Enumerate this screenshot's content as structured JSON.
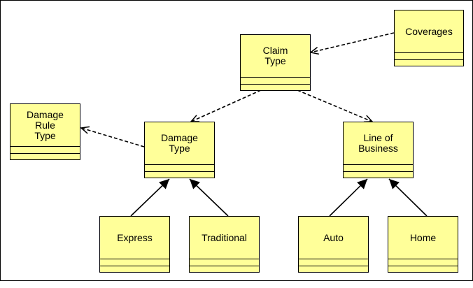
{
  "diagram": {
    "classes": [
      {
        "id": "claim-type",
        "name": "Claim\nType"
      },
      {
        "id": "coverages",
        "name": "Coverages"
      },
      {
        "id": "damage-rule-type",
        "name": "Damage\nRule\nType"
      },
      {
        "id": "damage-type",
        "name": "Damage\nType"
      },
      {
        "id": "line-of-business",
        "name": "Line of\nBusiness"
      },
      {
        "id": "express",
        "name": "Express"
      },
      {
        "id": "traditional",
        "name": "Traditional"
      },
      {
        "id": "auto",
        "name": "Auto"
      },
      {
        "id": "home",
        "name": "Home"
      }
    ],
    "relations": [
      {
        "from": "coverages",
        "to": "claim-type",
        "kind": "dependency"
      },
      {
        "from": "claim-type",
        "to": "damage-type",
        "kind": "dependency"
      },
      {
        "from": "claim-type",
        "to": "line-of-business",
        "kind": "dependency"
      },
      {
        "from": "damage-type",
        "to": "damage-rule-type",
        "kind": "dependency"
      },
      {
        "from": "express",
        "to": "damage-type",
        "kind": "generalization"
      },
      {
        "from": "traditional",
        "to": "damage-type",
        "kind": "generalization"
      },
      {
        "from": "auto",
        "to": "line-of-business",
        "kind": "generalization"
      },
      {
        "from": "home",
        "to": "line-of-business",
        "kind": "generalization"
      }
    ],
    "colors": {
      "class_fill": "#ffff99",
      "line": "#000000",
      "background": "#ffffff"
    }
  }
}
